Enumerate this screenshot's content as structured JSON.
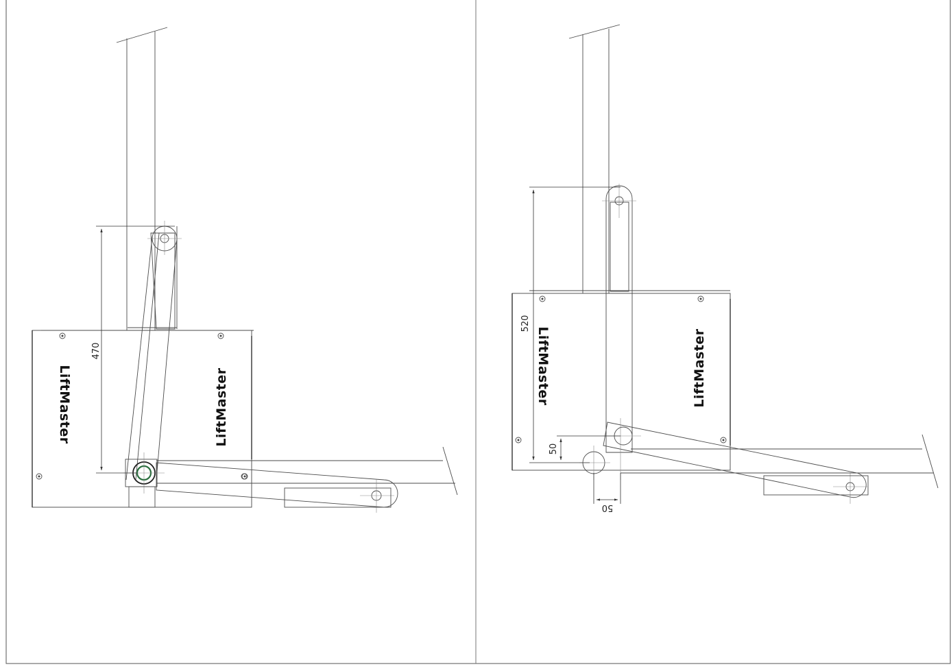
{
  "panels": [
    {
      "id": "left",
      "logos": [
        {
          "text": "LiftMaster"
        },
        {
          "text": "LiftMaster"
        }
      ],
      "dimensions": [
        {
          "value": "470"
        }
      ]
    },
    {
      "id": "right",
      "logos": [
        {
          "text": "LiftMaster"
        },
        {
          "text": "LiftMaster"
        }
      ],
      "dimensions": [
        {
          "value": "520"
        },
        {
          "value": "50"
        },
        {
          "value": "50"
        }
      ]
    }
  ]
}
